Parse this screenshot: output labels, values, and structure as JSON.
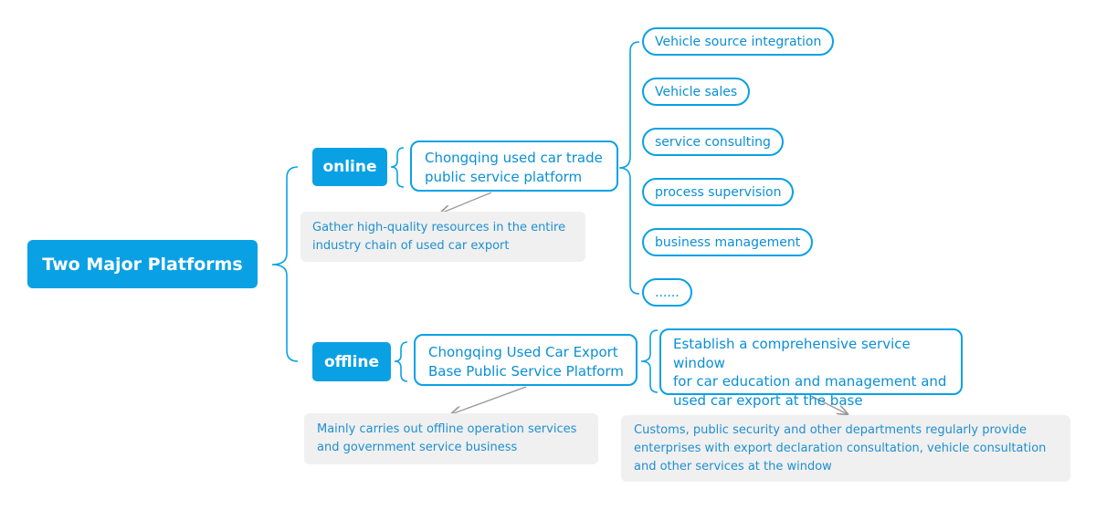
{
  "root": {
    "label": "Two Major Platforms"
  },
  "online": {
    "tag": "online",
    "platform": [
      "Chongqing used car trade",
      "public service platform"
    ],
    "note": [
      "Gather high-quality resources in the entire",
      "industry chain of used car export"
    ],
    "functions": [
      "Vehicle source integration",
      "Vehicle sales",
      "service consulting",
      "process supervision",
      "business management",
      "......"
    ]
  },
  "offline": {
    "tag": "offline",
    "platform": [
      "Chongqing Used Car Export",
      "Base Public Service Platform"
    ],
    "note": [
      "Mainly carries out offline operation services",
      "and government service business"
    ],
    "window": [
      "Establish a comprehensive service window",
      "for car education and management and",
      "used car export at the base"
    ],
    "window_note": [
      "Customs, public security and other departments regularly provide",
      "enterprises with export declaration consultation, vehicle consultation",
      "and other services at the window"
    ]
  },
  "colors": {
    "accent": "#0aa1e4",
    "text": "#0a8fd6",
    "note_bg": "#f0f0f0",
    "arrow": "#999999"
  }
}
